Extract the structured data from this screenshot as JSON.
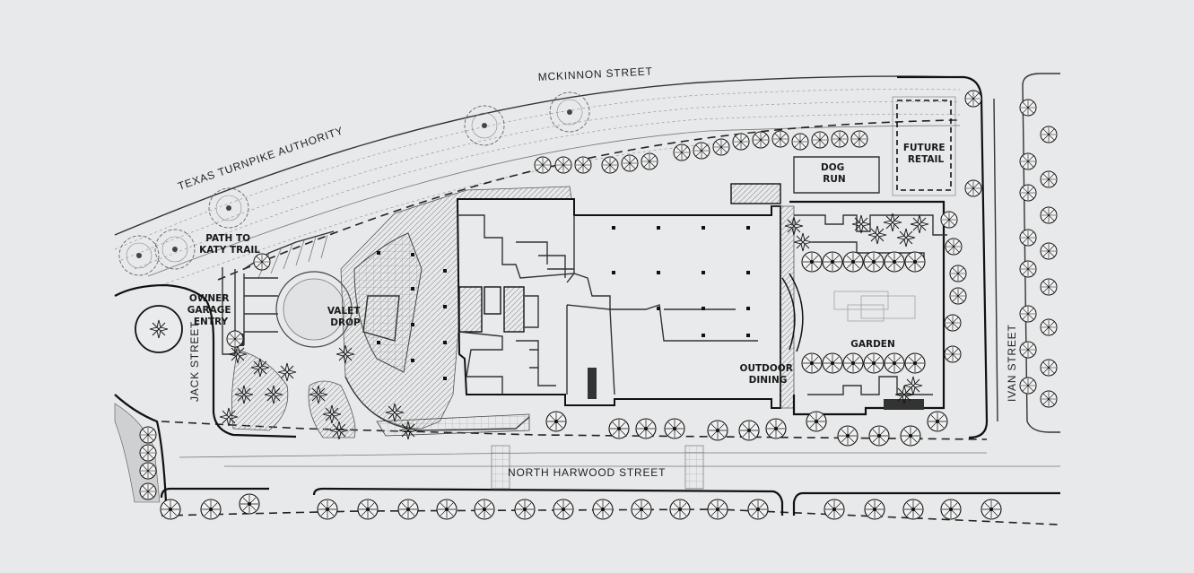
{
  "streets": {
    "mckinnon": "MCKINNON STREET",
    "turnpike": "TEXAS TURNPIKE AUTHORITY",
    "jack": "JACK STREET",
    "ivan": "IVAN STREET",
    "harwood": "NORTH  HARWOOD  STREET"
  },
  "areas": {
    "katy_trail": [
      "PATH TO",
      "KATY TRAIL"
    ],
    "owner_garage": [
      "OWNER",
      "GARAGE",
      "ENTRY"
    ],
    "valet_drop": [
      "VALET",
      "DROP"
    ],
    "dog_run": [
      "DOG",
      "RUN"
    ],
    "future_retail": [
      "FUTURE",
      "RETAIL"
    ],
    "garden": [
      "GARDEN"
    ],
    "outdoor_dining": [
      "OUTDOOR",
      "DINING"
    ]
  },
  "colors": {
    "background": "#e8e9ea",
    "linework": "#1a1a1a"
  }
}
